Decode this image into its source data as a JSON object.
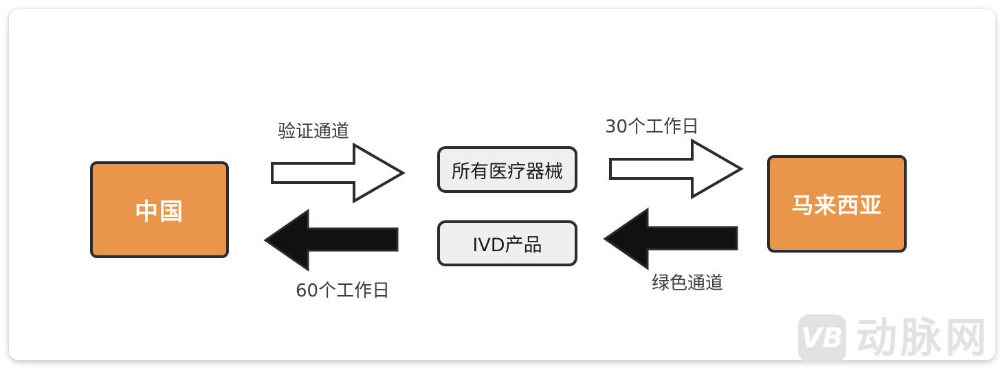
{
  "page": {
    "watermark": {
      "logo_text": "VB",
      "brand_text": "动脉网",
      "color": "#e2e2e2"
    }
  },
  "diagram": {
    "nodes": {
      "china": {
        "label": "中国",
        "fill": "#E9954A"
      },
      "malaysia": {
        "label": "马来西亚",
        "fill": "#E9954A"
      },
      "all_devices": {
        "label": "所有医疗器械",
        "fill": "#efefef"
      },
      "ivd": {
        "label": "IVD产品",
        "fill": "#efefef"
      }
    },
    "flows": [
      {
        "from": "china",
        "to": "all_devices",
        "label": "验证通道",
        "direction": "right",
        "arrow_style": "outline-white"
      },
      {
        "from": "all_devices",
        "to": "malaysia",
        "label": "30个工作日",
        "direction": "right",
        "arrow_style": "outline-white"
      },
      {
        "from": "malaysia",
        "to": "ivd",
        "label": "绿色通道",
        "direction": "left",
        "arrow_style": "solid-black"
      },
      {
        "from": "ivd",
        "to": "china",
        "label": "60个工作日",
        "direction": "left",
        "arrow_style": "solid-black"
      }
    ],
    "colors": {
      "node_border": "#282c33",
      "arrow_solid_fill": "#111111",
      "arrow_outline_fill": "#ffffff",
      "label_text": "#3d3d3d"
    }
  }
}
